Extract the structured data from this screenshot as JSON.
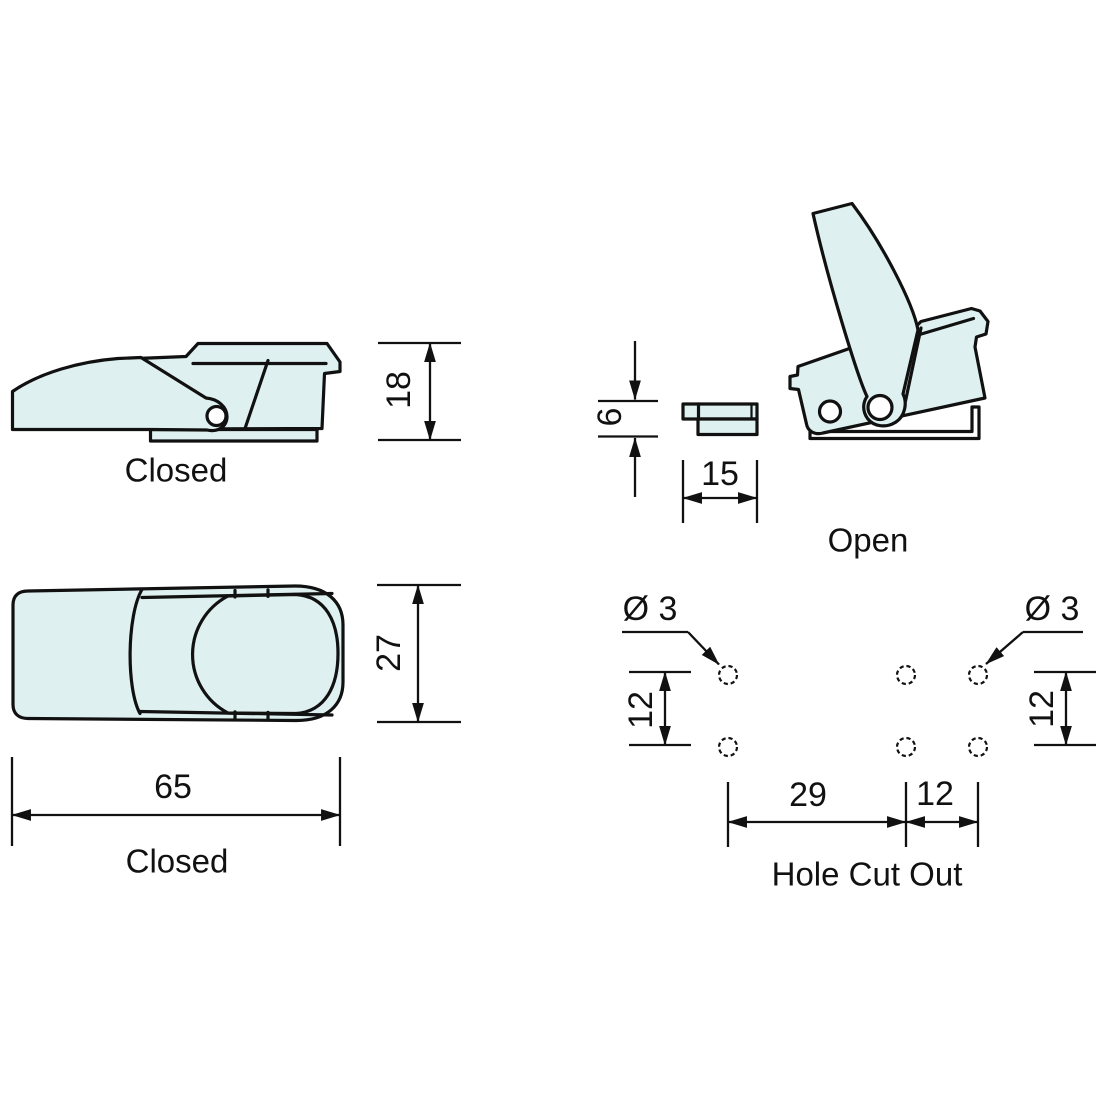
{
  "colors": {
    "part_fill": "#dff0f0",
    "hole_fill": "#ffffff",
    "line": "#111111",
    "background": "#ffffff"
  },
  "views": {
    "side_closed": {
      "caption": "Closed",
      "dim_height": "18"
    },
    "open": {
      "caption": "Open",
      "keeper_dim_height": "6",
      "keeper_dim_width": "15"
    },
    "top_closed": {
      "caption": "Closed",
      "dim_width": "27",
      "dim_length": "65"
    },
    "hole_cutout": {
      "caption": "Hole Cut Out",
      "dim_hole_diameter_left": "Ø 3",
      "dim_hole_diameter_right": "Ø 3",
      "dim_row_pitch_left": "12",
      "dim_row_pitch_right": "12",
      "dim_column_span": "29",
      "dim_column_offset": "12"
    }
  }
}
